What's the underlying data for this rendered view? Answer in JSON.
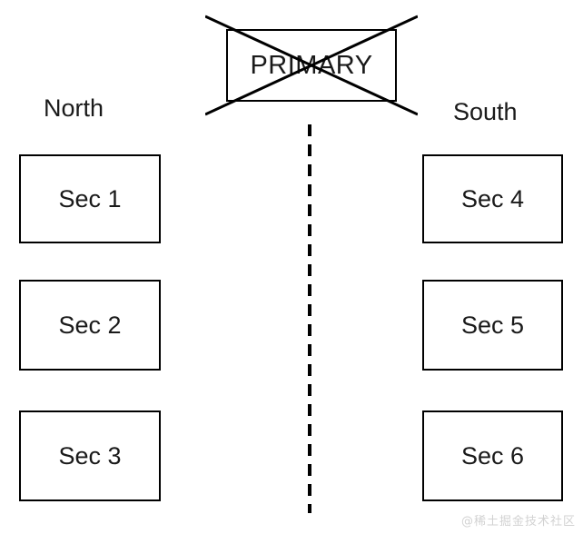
{
  "diagram": {
    "primary": {
      "label": "PRIMARY",
      "state": "crossed-out",
      "stroke_color": "#000000"
    },
    "columns": [
      {
        "caption": "North",
        "side": "left",
        "sections": [
          {
            "label": "Sec 1"
          },
          {
            "label": "Sec 2"
          },
          {
            "label": "Sec 3"
          }
        ]
      },
      {
        "caption": "South",
        "side": "right",
        "sections": [
          {
            "label": "Sec 4"
          },
          {
            "label": "Sec 5"
          },
          {
            "label": "Sec 6"
          }
        ]
      }
    ],
    "divider": {
      "style": "dashed-vertical",
      "color": "#000000"
    },
    "watermark": {
      "text": "@稀土掘金技术社区",
      "color": "#d2d2d2"
    }
  }
}
